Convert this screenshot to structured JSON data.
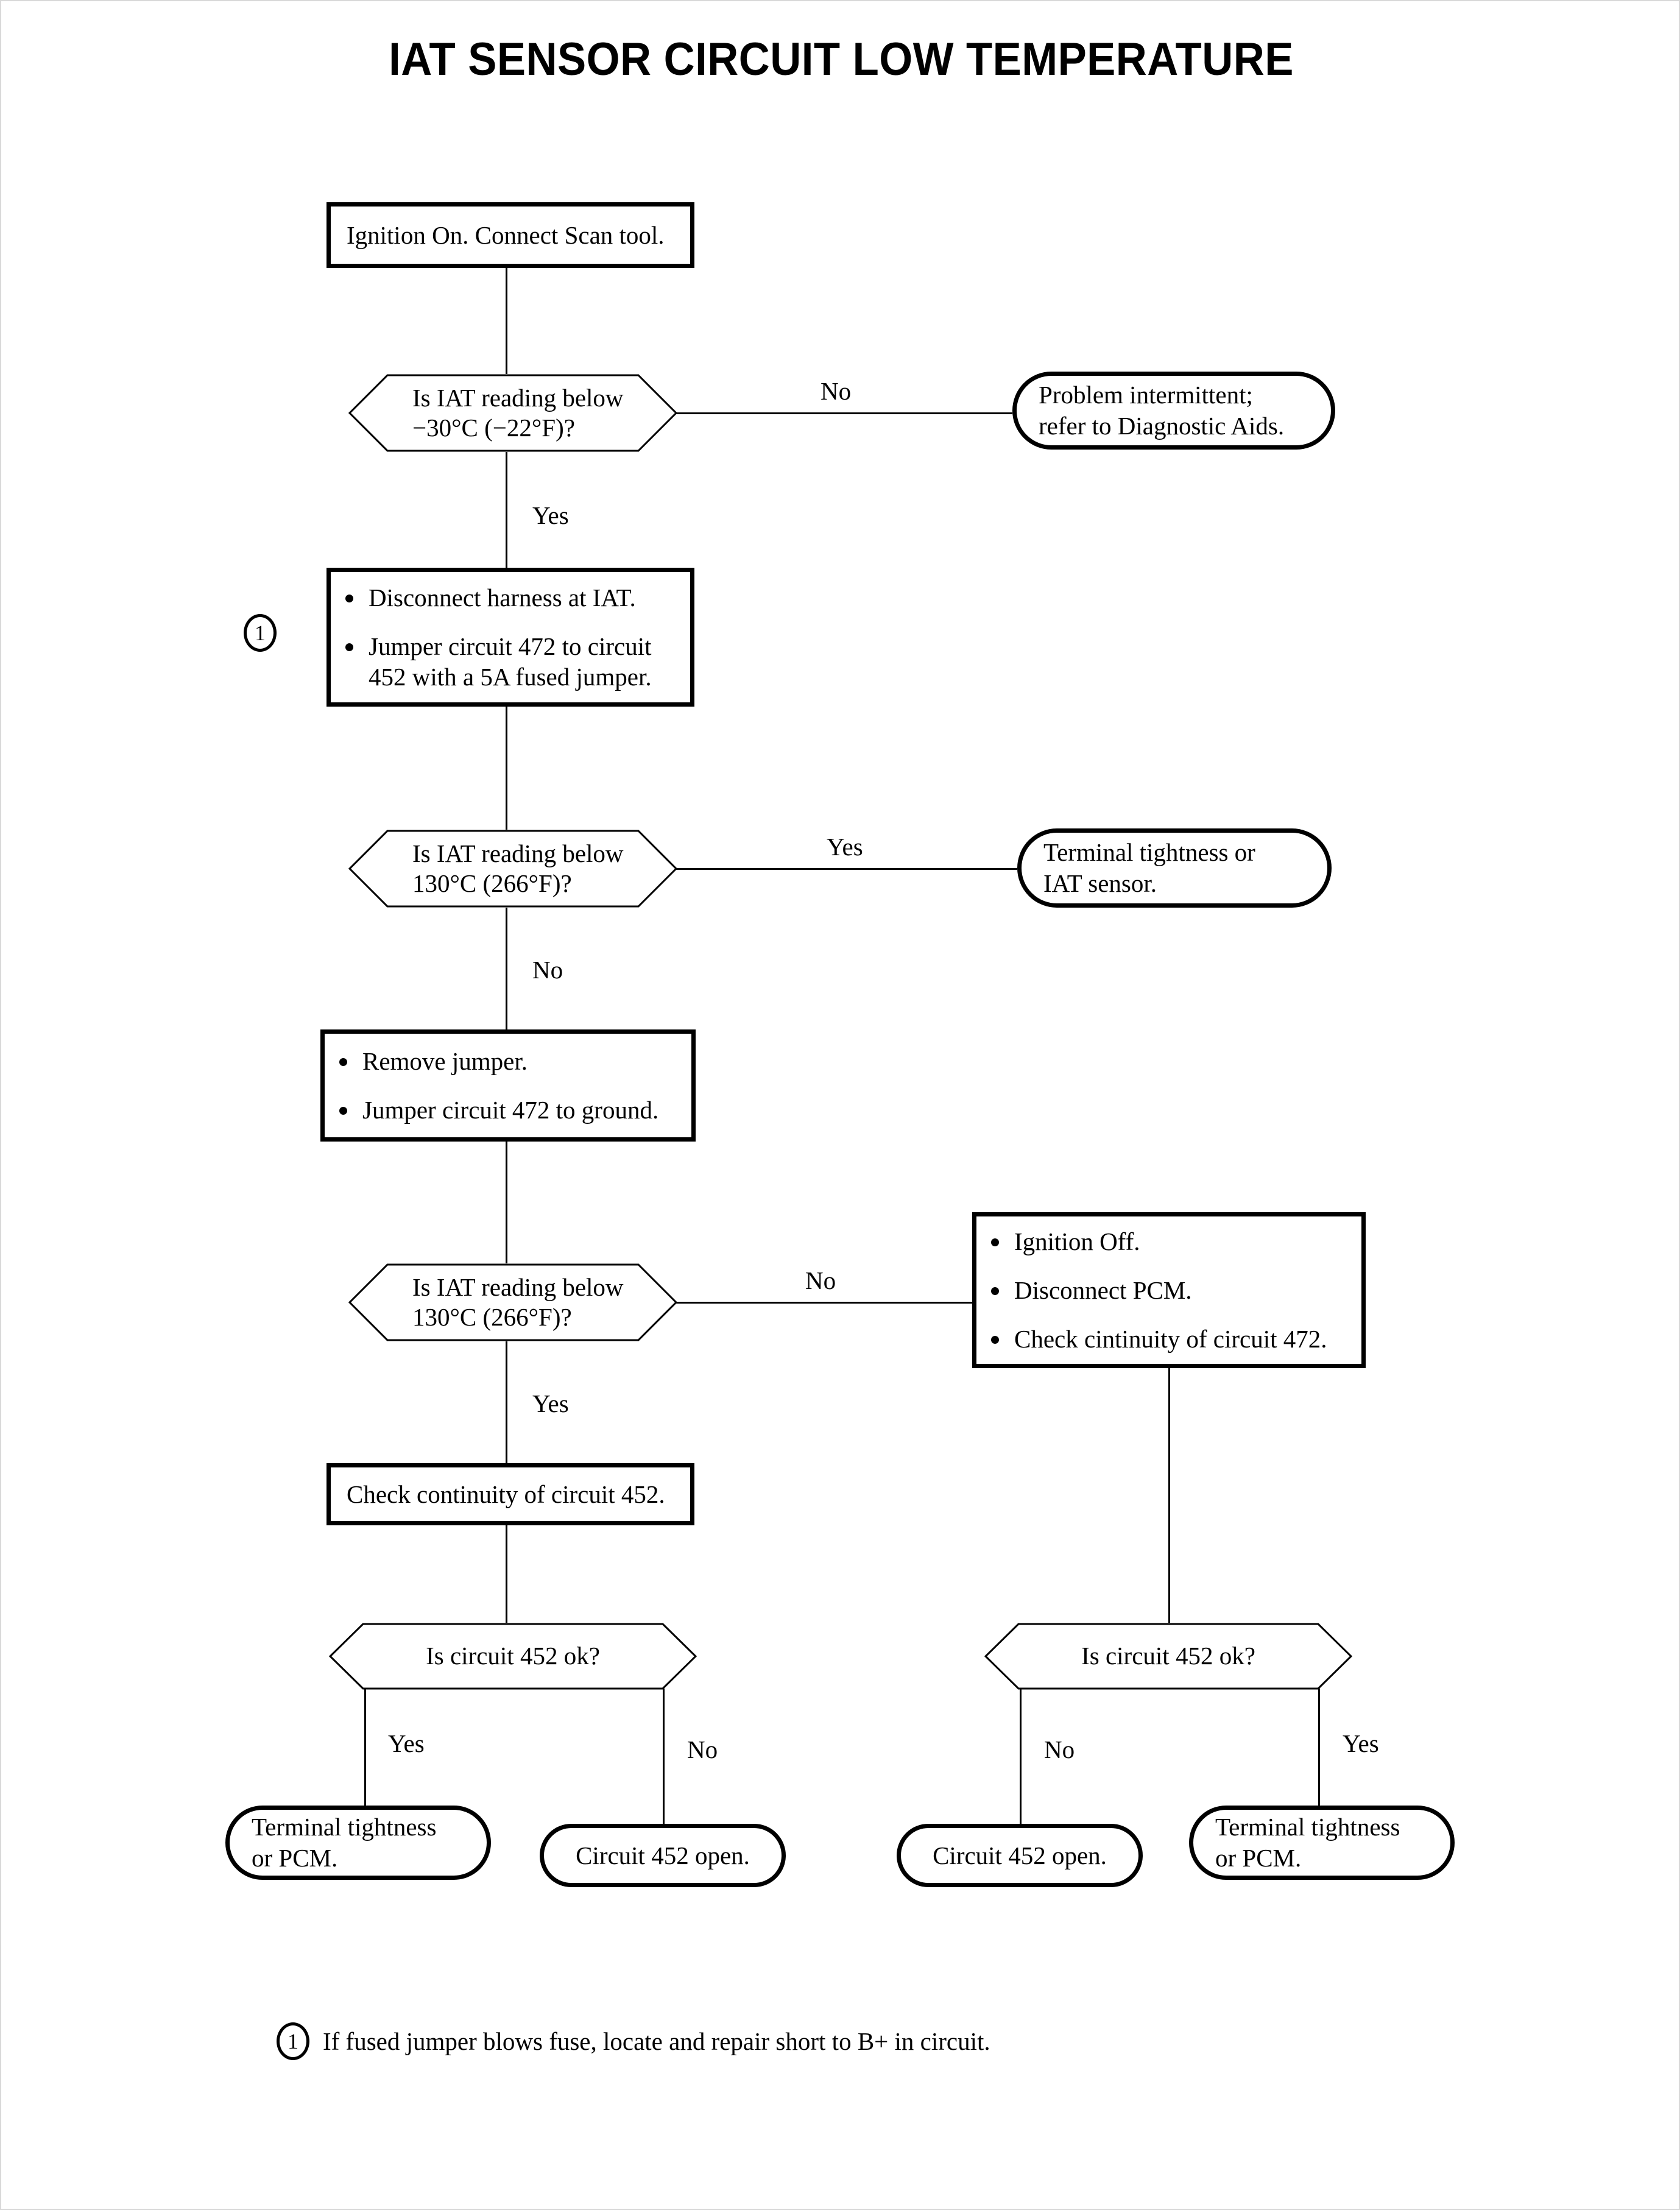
{
  "title": "IAT SENSOR CIRCUIT LOW TEMPERATURE",
  "nodes": {
    "start": {
      "text": "Ignition On. Connect Scan tool."
    },
    "decision1": {
      "line1": "Is IAT reading below",
      "line2": "−30°C (−22°F)?"
    },
    "intermittent": {
      "line1": "Problem intermittent;",
      "line2": "refer to Diagnostic Aids."
    },
    "process1": {
      "bullets": [
        "Disconnect harness at IAT.",
        "Jumper circuit 472 to circuit 452 with a 5A fused jumper."
      ],
      "callout": "1"
    },
    "decision2": {
      "line1": "Is IAT reading below",
      "line2": "130°C (266°F)?"
    },
    "terminal_iat": {
      "line1": "Terminal tightness or",
      "line2": "IAT sensor."
    },
    "process2": {
      "bullets": [
        "Remove jumper.",
        "Jumper circuit 472 to ground."
      ]
    },
    "decision3": {
      "line1": "Is IAT reading below",
      "line2": "130°C (266°F)?"
    },
    "process3": {
      "bullets": [
        "Ignition Off.",
        "Disconnect PCM.",
        "Check cintinuity of circuit 472."
      ]
    },
    "process4": {
      "text": "Check continuity of circuit 452."
    },
    "decision4_left": {
      "text": "Is circuit 452 ok?"
    },
    "decision4_right": {
      "text": "Is circuit 452 ok?"
    },
    "term_left_yes": {
      "line1": "Terminal tightness",
      "line2": "or PCM."
    },
    "term_left_no": {
      "text": "Circuit 452 open."
    },
    "term_right_no": {
      "text": "Circuit 452 open."
    },
    "term_right_yes": {
      "line1": "Terminal tightness",
      "line2": "or PCM."
    }
  },
  "labels": {
    "d1_no": "No",
    "d1_yes": "Yes",
    "d2_yes": "Yes",
    "d2_no": "No",
    "d3_no": "No",
    "d3_yes": "Yes",
    "d4l_yes": "Yes",
    "d4l_no": "No",
    "d4r_no": "No",
    "d4r_yes": "Yes"
  },
  "footnote": {
    "marker": "1",
    "text": "If fused jumper blows fuse, locate and repair short to B+ in circuit."
  },
  "colors": {
    "ink": "#000000",
    "paper": "#ffffff",
    "page_border": "#d8d8d8"
  }
}
